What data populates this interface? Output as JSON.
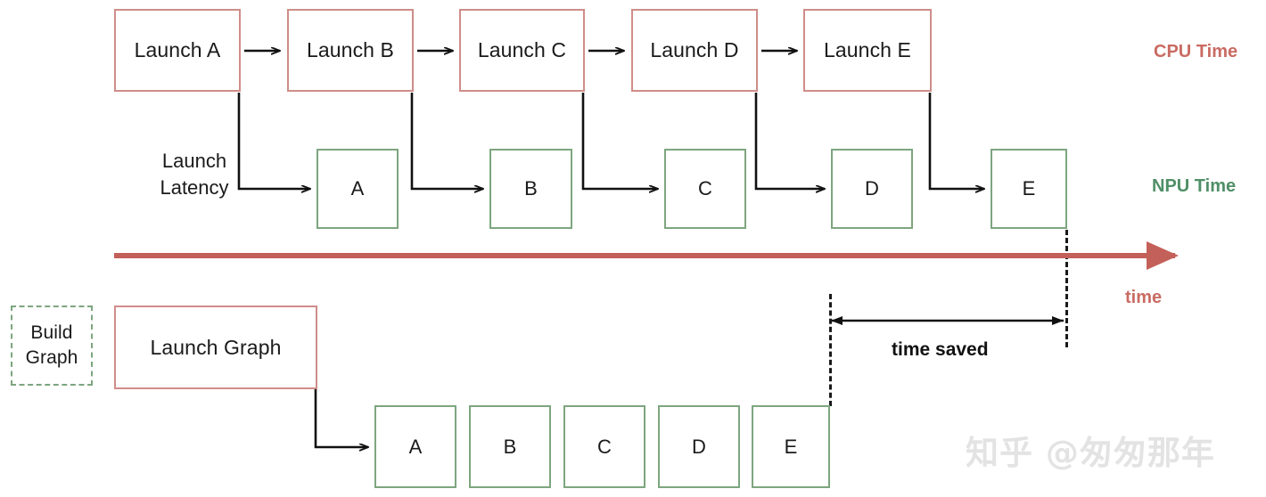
{
  "diagram": {
    "title_text_present": false,
    "legend": {
      "cpu_label": "CPU Time",
      "npu_label": "NPU Time",
      "time_label": "time"
    },
    "colors": {
      "cpu_border": "#cf8d89",
      "npu_border": "#7da67f",
      "cpu_legend_text": "#c96b63",
      "npu_legend_text": "#4f8f67",
      "timeline_arrow": "#c4605a",
      "connector_line": "#111111",
      "watermark": "#e3e3e3"
    },
    "top_scenario": {
      "cpu_row": [
        {
          "label": "Launch A"
        },
        {
          "label": "Launch B"
        },
        {
          "label": "Launch C"
        },
        {
          "label": "Launch D"
        },
        {
          "label": "Launch E"
        }
      ],
      "npu_row": [
        {
          "label": "A"
        },
        {
          "label": "B"
        },
        {
          "label": "C"
        },
        {
          "label": "D"
        },
        {
          "label": "E"
        }
      ],
      "latency_label_line1": "Launch",
      "latency_label_line2": "Latency"
    },
    "bottom_scenario": {
      "build_graph_line1": "Build",
      "build_graph_line2": "Graph",
      "launch_graph_label": "Launch Graph",
      "npu_row": [
        {
          "label": "A"
        },
        {
          "label": "B"
        },
        {
          "label": "C"
        },
        {
          "label": "D"
        },
        {
          "label": "E"
        }
      ]
    },
    "annotation": {
      "time_saved_label": "time saved"
    },
    "watermark": "知乎 @匆匆那年"
  }
}
